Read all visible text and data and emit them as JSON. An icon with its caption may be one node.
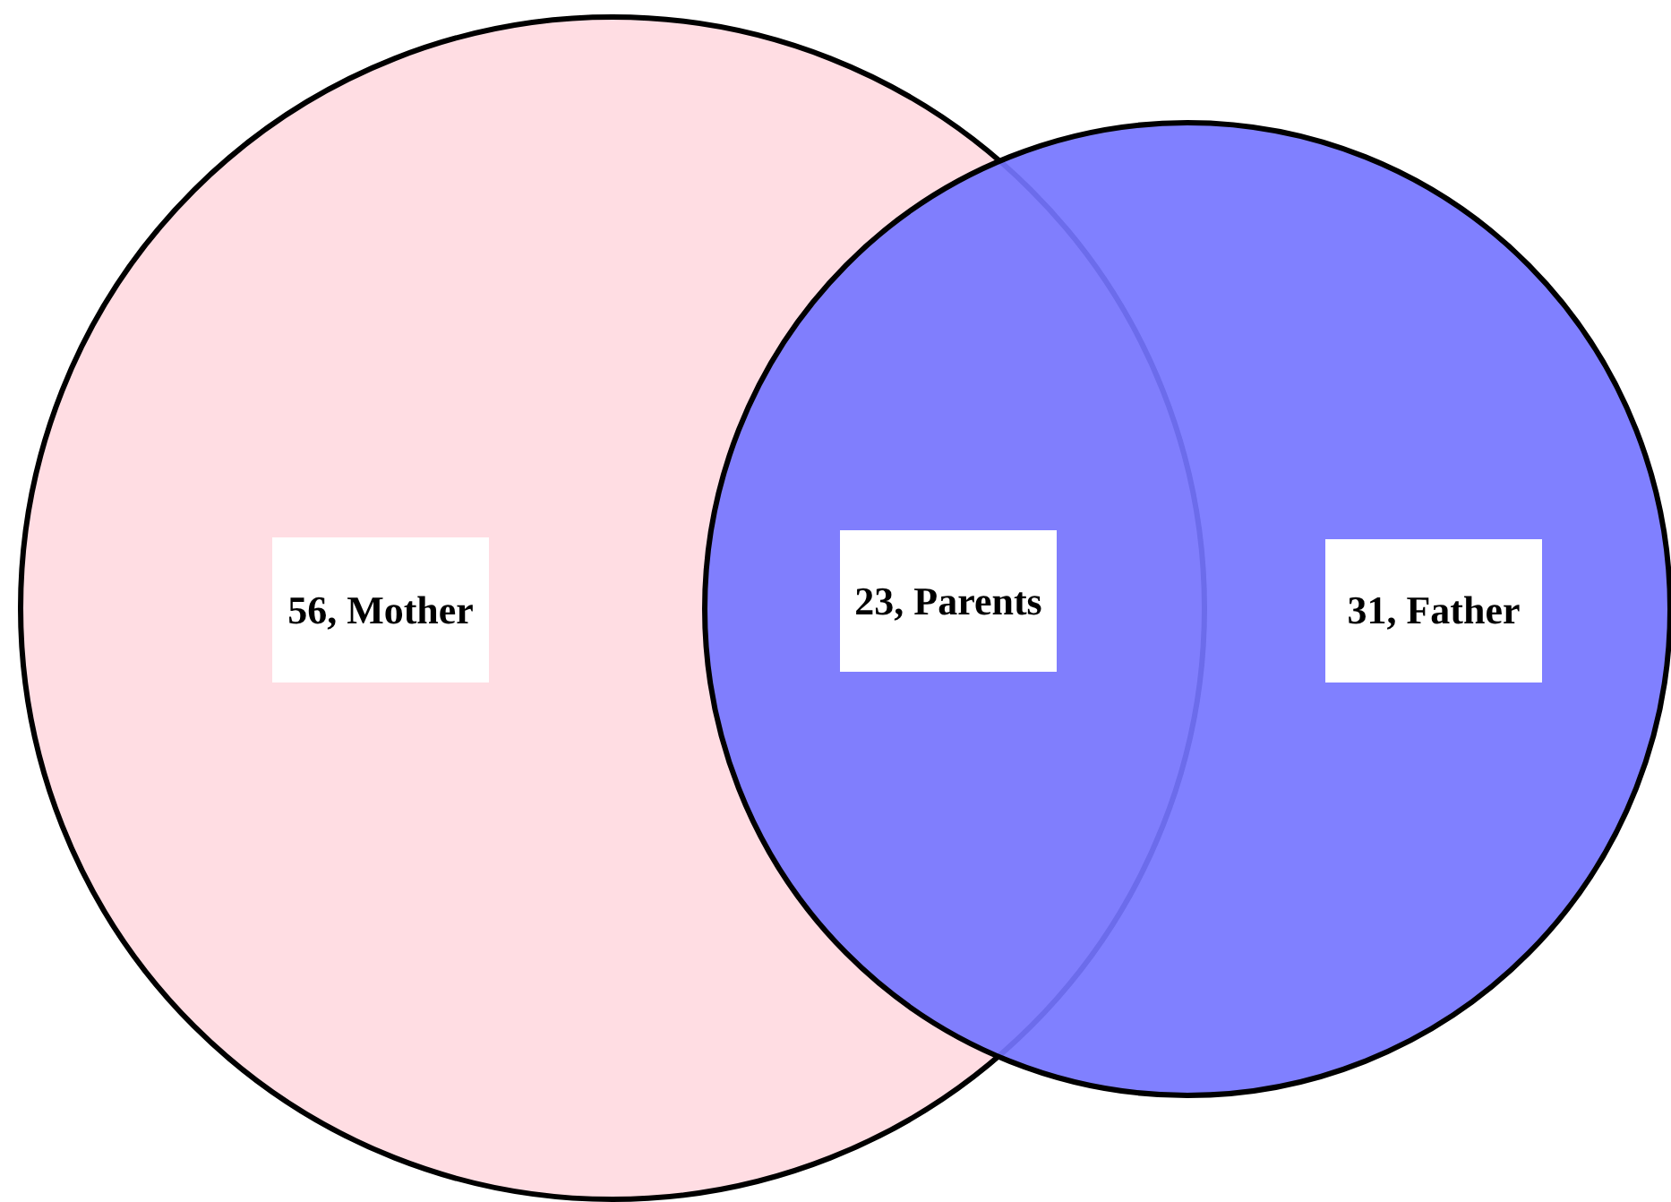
{
  "diagram": {
    "nodes": [
      {
        "text": [],
        "shape": "circle"
      },
      {
        "text": [],
        "shape": "circle"
      },
      {
        "text": [
          "56, Mother"
        ],
        "in": 0
      },
      {
        "text": [
          "23, Parents"
        ]
      },
      {
        "text": [
          "31, Father"
        ],
        "in": 1
      }
    ]
  }
}
